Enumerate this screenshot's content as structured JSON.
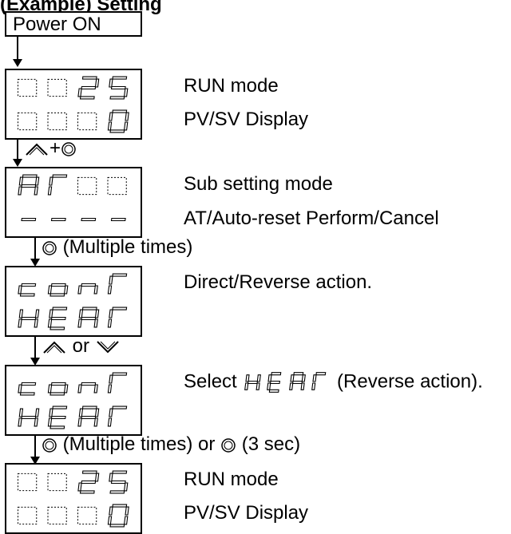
{
  "heading": "(Example) Setting",
  "power": "Power ON",
  "screens": [
    {
      "row1": [
        "",
        "",
        "2",
        "5"
      ],
      "row2": [
        "",
        "",
        "",
        "0"
      ],
      "desc1": "RUN mode",
      "desc2": "PV/SV Display"
    },
    {
      "row1": [
        "A",
        "T",
        "",
        ""
      ],
      "row2": [
        "-",
        "-",
        "-",
        "-"
      ],
      "desc1": "Sub setting mode",
      "desc2": "AT/Auto-reset Perform/Cancel"
    },
    {
      "row1": [
        "c",
        "o",
        "n",
        "T"
      ],
      "row2": [
        "H",
        "E",
        "A",
        "T"
      ],
      "desc1": "Direct/Reverse action.",
      "desc2": ""
    },
    {
      "row1": [
        "c",
        "o",
        "n",
        "T"
      ],
      "row2": [
        "H",
        "E",
        "A",
        "T"
      ],
      "desc1": "Select",
      "desc1_suffix": "(Reverse action).",
      "desc2": ""
    },
    {
      "row1": [
        "",
        "",
        "2",
        "5"
      ],
      "row2": [
        "",
        "",
        "",
        "0"
      ],
      "desc1": "RUN mode",
      "desc2": "PV/SV Display"
    }
  ],
  "steps": [
    {
      "label": "+",
      "keys": [
        "up-key-icon",
        "mode-key-icon"
      ]
    },
    {
      "label": "(Multiple times)",
      "keys": [
        "mode-key-icon"
      ]
    },
    {
      "label": "or",
      "keys": [
        "up-key-icon",
        "down-key-icon"
      ]
    },
    {
      "label_a": "(Multiple times) or",
      "label_b": "(3 sec)",
      "keys": [
        "mode-key-icon",
        "mode-key-icon"
      ]
    }
  ],
  "inline_display": [
    "H",
    "E",
    "A",
    "T"
  ]
}
